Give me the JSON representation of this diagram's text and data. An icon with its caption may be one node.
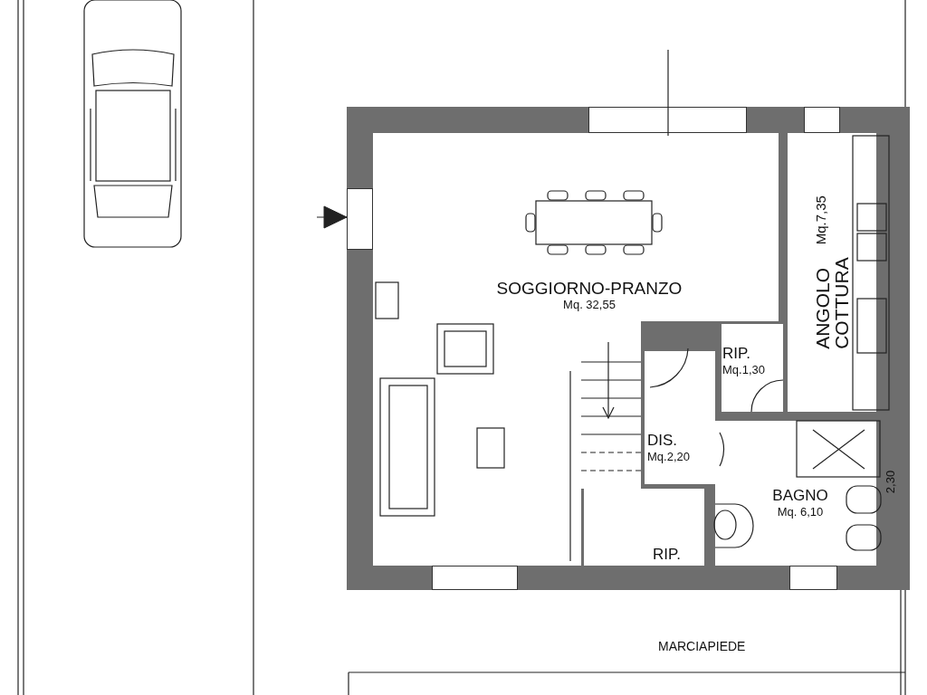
{
  "diagram": {
    "nodes": [
      {
        "text": [
          "SOGGIORNO-PRANZO",
          "Mq. 32,55"
        ]
      },
      {
        "text": [
          "ANGOLO COTTURA",
          "Mq.7,35"
        ]
      },
      {
        "text": [
          "RIP.",
          "Mq.1,30"
        ]
      },
      {
        "text": [
          "DIS.",
          "Mq.2,20"
        ]
      },
      {
        "text": [
          "BAGNO",
          "Mq. 6,10"
        ],
        "beside": [
          "2,30"
        ]
      },
      {
        "text": [
          "RIP."
        ]
      }
    ],
    "labels": [
      "MARCIAPIEDE"
    ]
  }
}
